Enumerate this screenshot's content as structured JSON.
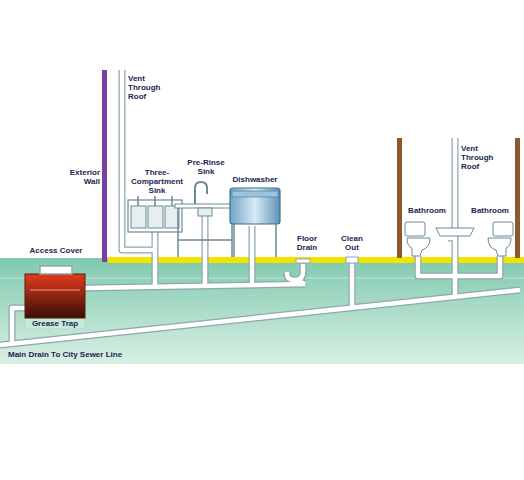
{
  "diagram": {
    "labels": [
      "Vent Through Roof",
      "Exterior Wall",
      "Three-Compartment Sink",
      "Pre-Rinse Sink",
      "Dishwasher",
      "Floor Drain",
      "Clean Out",
      "Vent Through Roof",
      "Bathroom",
      "Bathroom",
      "Access Cover",
      "Grease Trap",
      "Main Drain To City Sewer Line"
    ]
  }
}
